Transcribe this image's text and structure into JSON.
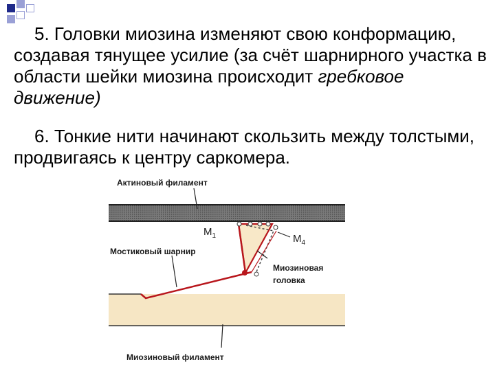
{
  "paragraph5": {
    "number": "5.",
    "text_plain": "Головки миозина изменяют свою конформацию, создавая тянущее усилие (за счёт шарнирного участка в области шейки миозина происходит",
    "text_italic": "гребковое движение)"
  },
  "paragraph6": {
    "number": "6.",
    "text": "Тонкие нити начинают скользить между толстыми, продвигаясь к центру саркомера."
  },
  "diagram": {
    "label_actin": "Актиновый филамент",
    "label_hinge": "Мостиковый шарнир",
    "label_head_line1": "Миозиновая",
    "label_head_line2": "головка",
    "label_myosin": "Миозиновый филамент",
    "label_m1_letter": "M",
    "label_m1_sub": "1",
    "label_m4_letter": "M",
    "label_m4_sub": "4",
    "colors": {
      "actin": "#5e5e5e",
      "myosin": "#f6e6c4",
      "bridge": "#b8161c"
    }
  }
}
